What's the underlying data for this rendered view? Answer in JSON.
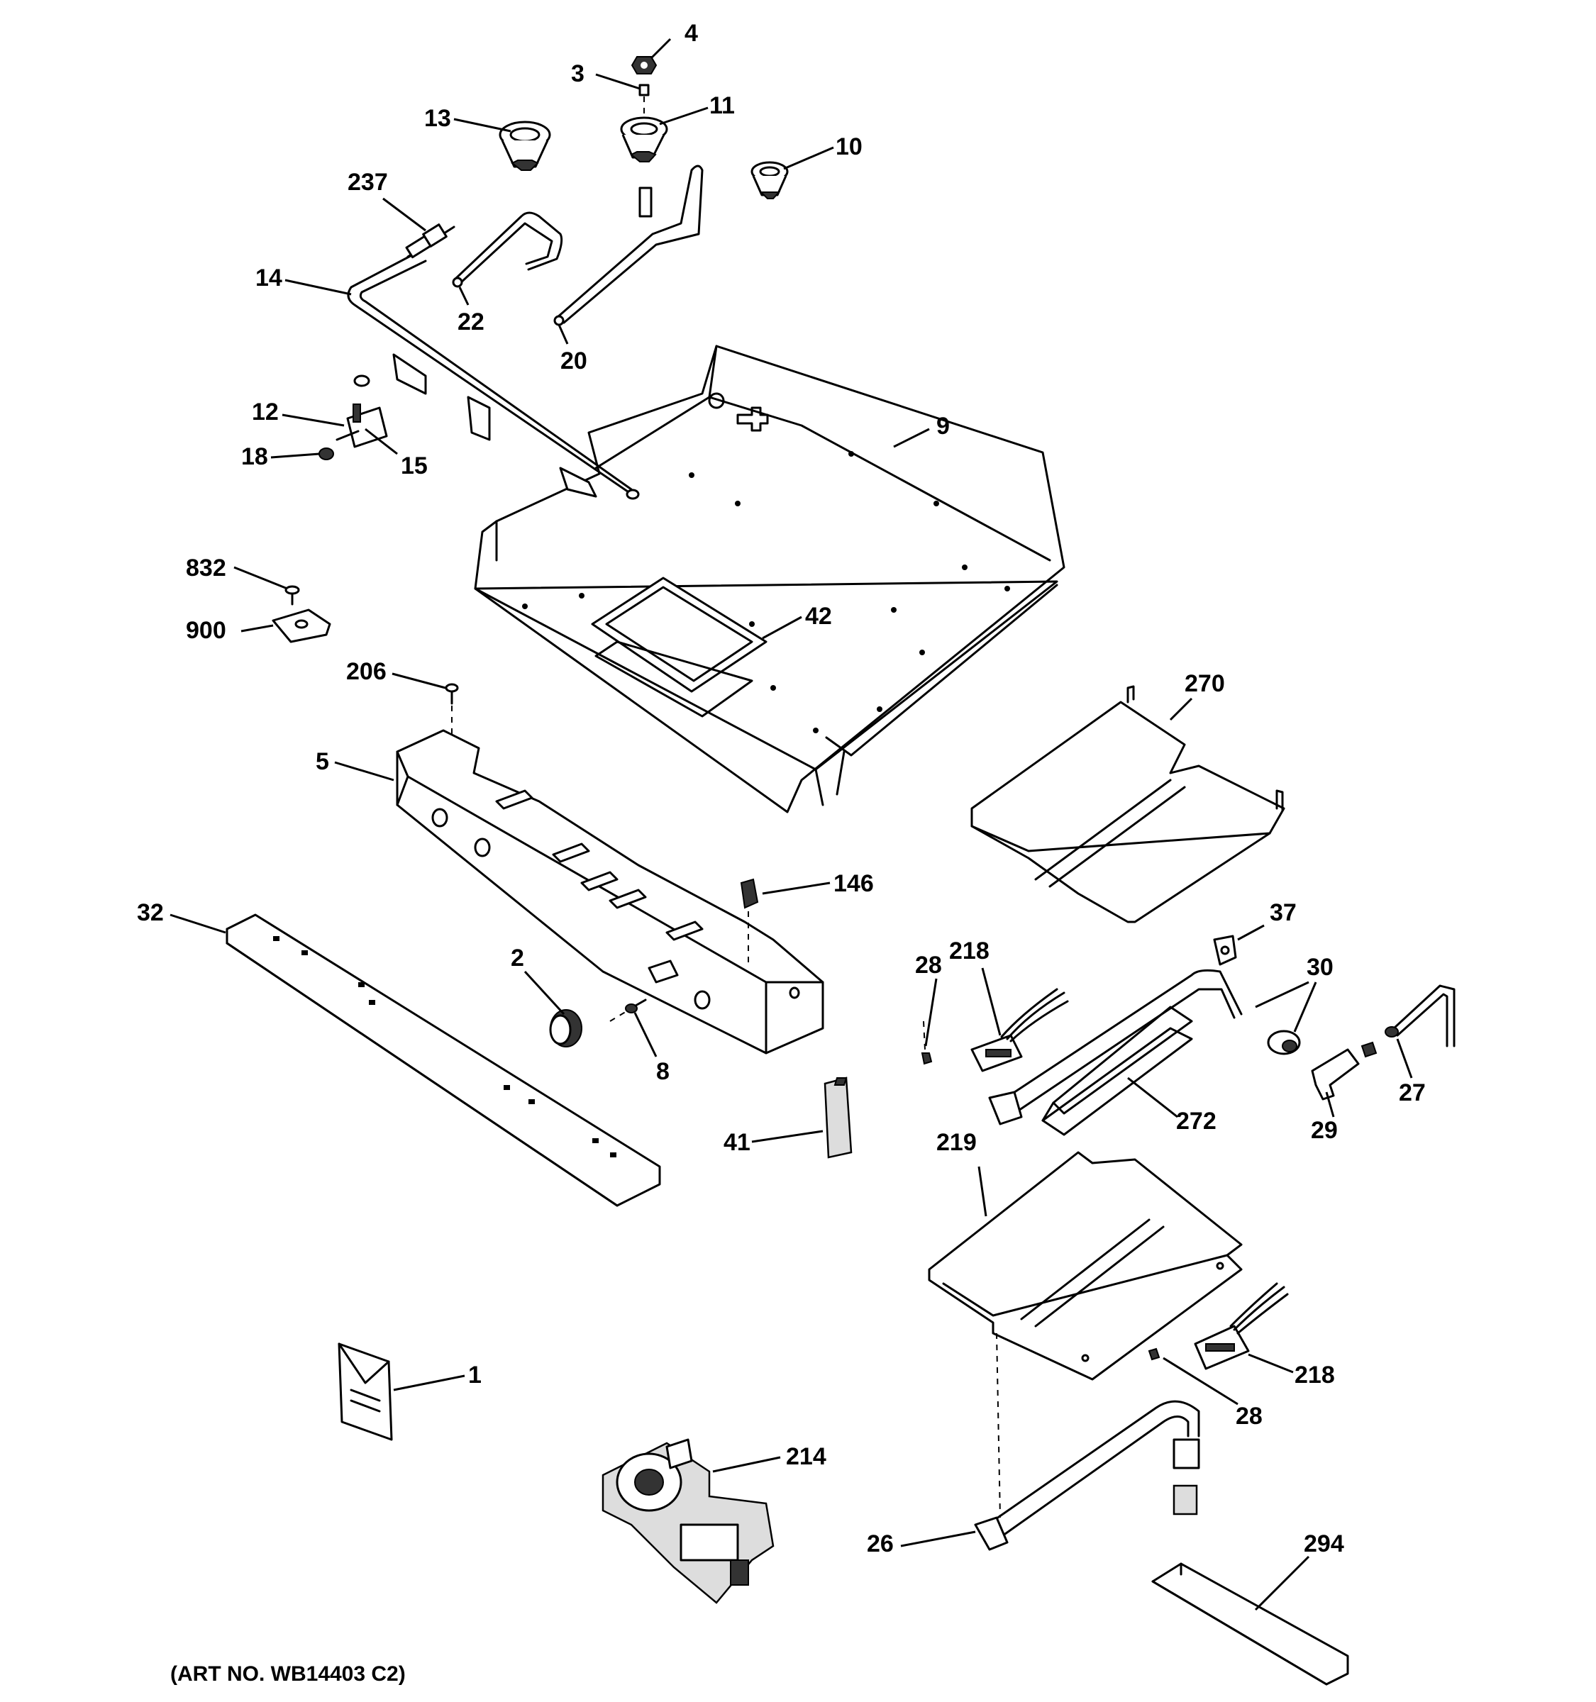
{
  "labels": {
    "p1": "1",
    "p2": "2",
    "p3": "3",
    "p4": "4",
    "p5": "5",
    "p8": "8",
    "p9": "9",
    "p10": "10",
    "p11": "11",
    "p12": "12",
    "p13": "13",
    "p14": "14",
    "p15": "15",
    "p18": "18",
    "p20": "20",
    "p22": "22",
    "p26": "26",
    "p27": "27",
    "p28a": "28",
    "p28b": "28",
    "p29": "29",
    "p30": "30",
    "p32": "32",
    "p37": "37",
    "p41": "41",
    "p42": "42",
    "p146": "146",
    "p206": "206",
    "p214": "214",
    "p218a": "218",
    "p218b": "218",
    "p219": "219",
    "p237": "237",
    "p270": "270",
    "p272": "272",
    "p294": "294",
    "p832": "832",
    "p900": "900"
  },
  "art_number": "(ART NO. WB14403 C2)"
}
